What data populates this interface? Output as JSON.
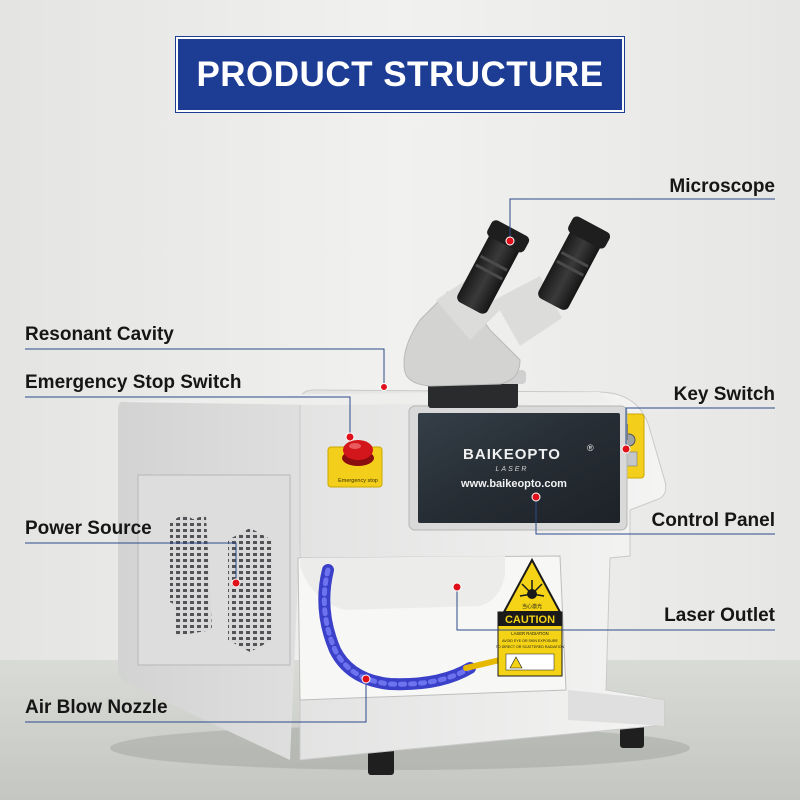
{
  "title": "PRODUCT STRUCTURE",
  "colors": {
    "banner": "#1d3d95",
    "leader_line": "#2c4a8a",
    "marker": "#e0101a"
  },
  "labels": {
    "microscope": "Microscope",
    "resonant_cavity": "Resonant Cavity",
    "emergency_stop_switch": "Emergency Stop Switch",
    "key_switch": "Key Switch",
    "control_panel": "Control Panel",
    "power_source": "Power Source",
    "laser_outlet": "Laser Outlet",
    "air_blow_nozzle": "Air Blow Nozzle"
  },
  "screen": {
    "brand": "BAIKEOPTO",
    "brand_mark": "®",
    "sub": "LASER",
    "url": "www.baikeopto.com"
  },
  "caution_label": {
    "heading": "CAUTION",
    "line1": "LASER RADIATION",
    "line2": "AVOID EYE OR SKIN EXPOSURE",
    "line3": "TO DIRECT OR SCATTERED RADIATION",
    "sign_text": "当心激光"
  },
  "estop_label": "Emergency stop"
}
